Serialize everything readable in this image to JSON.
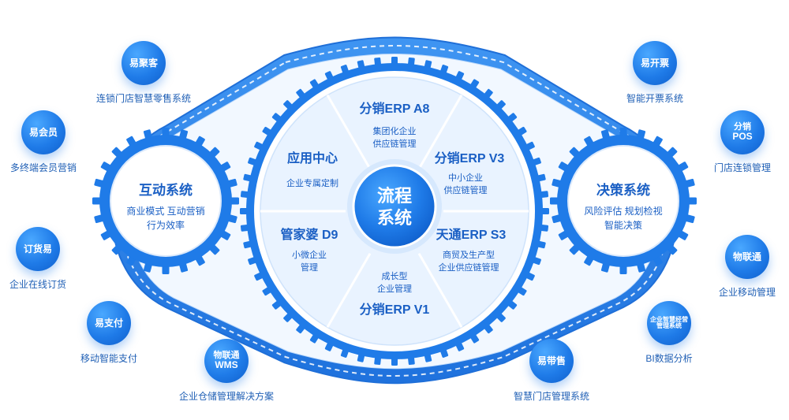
{
  "center": {
    "line1": "流程",
    "line2": "系统"
  },
  "gears": {
    "left": {
      "title": "互动系统",
      "line1": "商业模式 互动营销",
      "line2": "行为效率"
    },
    "right": {
      "title": "决策系统",
      "line1": "风险评估 规划检视",
      "line2": "智能决策"
    }
  },
  "wheel_sections": [
    {
      "title": "分销ERP A8",
      "desc1": "集团化企业",
      "desc2": "供应链管理"
    },
    {
      "title": "分销ERP V3",
      "desc1": "中小企业",
      "desc2": "供应链管理"
    },
    {
      "title": "天通ERP S3",
      "desc1": "商贸及生产型",
      "desc2": "企业供应链管理"
    },
    {
      "title": "分销ERP V1",
      "desc1": "成长型",
      "desc2": "企业管理"
    },
    {
      "title": "管家婆 D9",
      "desc1": "小微企业",
      "desc2": "管理"
    },
    {
      "title": "应用中心",
      "desc1": "企业专属定制",
      "desc2": ""
    }
  ],
  "satellites": {
    "yijukeke": {
      "icon": "易聚客",
      "caption": "连锁门店智慧零售系统"
    },
    "yihuiyuan": {
      "icon": "易会员",
      "caption": "多终端会员营销"
    },
    "dinghuoyi": {
      "icon": "订货易",
      "caption": "企业在线订货"
    },
    "yizhifu": {
      "icon": "易支付",
      "caption": "移动智能支付"
    },
    "wms": {
      "icon_line1": "物联通",
      "icon_line2": "WMS",
      "caption": "企业仓储管理解决方案"
    },
    "yidaishou": {
      "icon": "易带售",
      "caption": "智慧门店管理系统"
    },
    "bi": {
      "icon_line1": "企业智慧经营",
      "icon_line2": "管理系统",
      "caption": "BI数据分析"
    },
    "wulian": {
      "icon": "物联通",
      "caption": "企业移动管理"
    },
    "pos": {
      "icon_line1": "分销",
      "icon_line2": "POS",
      "caption": "门店连锁管理"
    },
    "yikaipiao": {
      "icon": "易开票",
      "caption": "智能开票系统"
    }
  },
  "colors": {
    "primary": "#1f7be8",
    "dark": "#1a5fc4",
    "light": "#e9f3ff"
  }
}
